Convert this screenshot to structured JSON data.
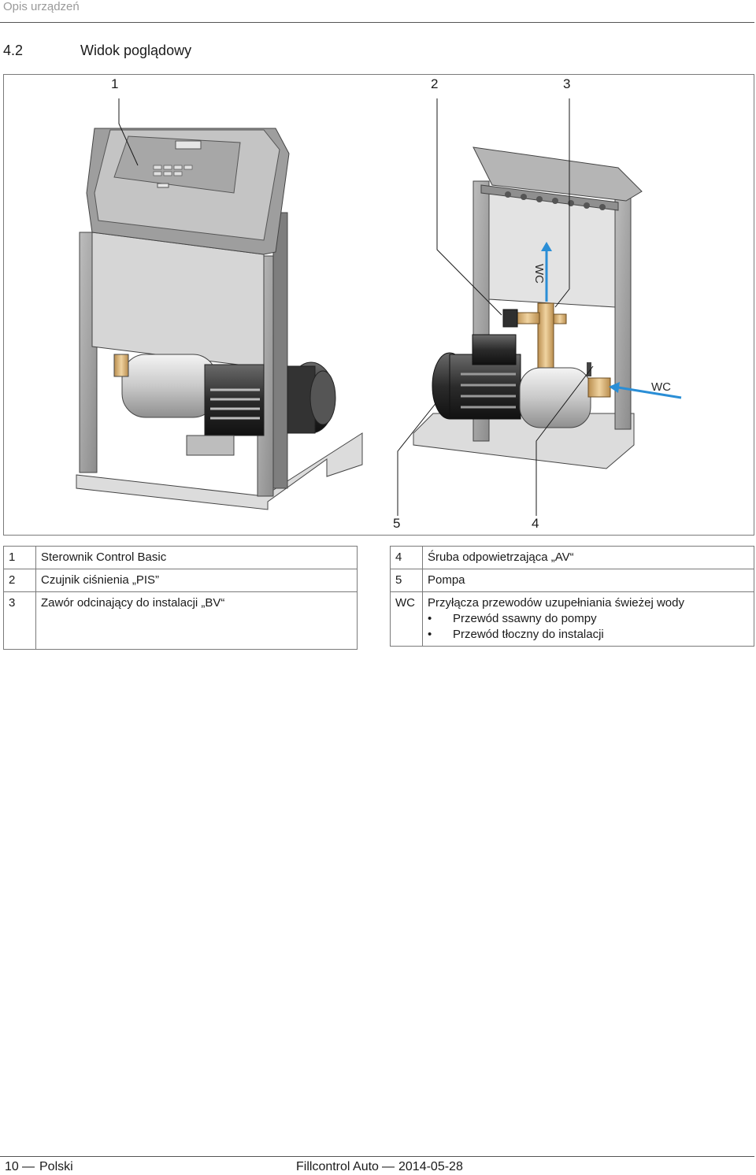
{
  "header": {
    "running_title": "Opis urządzeń",
    "section_number": "4.2",
    "section_title": "Widok poglądowy"
  },
  "figure": {
    "callouts": [
      "1",
      "2",
      "3",
      "5",
      "4"
    ],
    "flow_labels": [
      "WC",
      "WC"
    ]
  },
  "legend": {
    "left": [
      {
        "key": "1",
        "text": "Sterownik Control Basic"
      },
      {
        "key": "2",
        "text": "Czujnik ciśnienia „PIS”"
      },
      {
        "key": "3",
        "text": "Zawór odcinający do instalacji „BV“"
      }
    ],
    "right": [
      {
        "key": "4",
        "text": "Śruba odpowietrzająca „AV“"
      },
      {
        "key": "5",
        "text": "Pompa"
      },
      {
        "key": "WC",
        "text": "Przyłącza przewodów uzupełniania świeżej wody",
        "bullets": [
          "Przewód ssawny do pompy",
          "Przewód tłoczny do instalacji"
        ]
      }
    ]
  },
  "footer": {
    "page_number": "10",
    "dash1": "—",
    "language": "Polski",
    "product": "Fillcontrol Auto",
    "dash2": "—",
    "date": "2014-05-28"
  },
  "colors": {
    "flow_arrow": "#2a8ed6",
    "brass": "#d8b47a",
    "housing_gray": "#a9a9a9"
  }
}
